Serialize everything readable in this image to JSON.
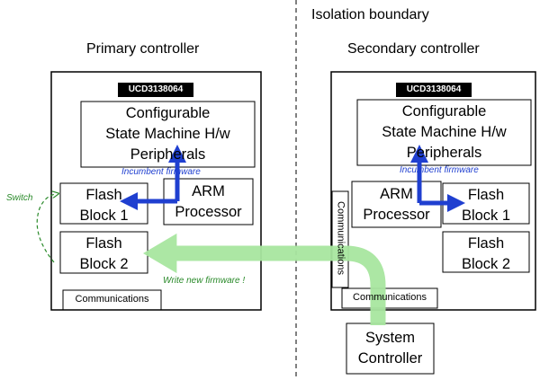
{
  "isolation_label": "Isolation boundary",
  "primary": {
    "title": "Primary controller",
    "chip": "UCD3138064",
    "config_line1": "Configurable",
    "config_line2": "State Machine H/w",
    "config_line3": "Peripherals",
    "incumbent": "Incumbent firmware",
    "flash1_line1": "Flash",
    "flash1_line2": "Block 1",
    "arm_line1": "ARM",
    "arm_line2": "Processor",
    "flash2_line1": "Flash",
    "flash2_line2": "Block 2",
    "comm": "Communications",
    "switch_label": "Switch",
    "write_label": "Write new firmware !"
  },
  "secondary": {
    "title": "Secondary controller",
    "chip": "UCD3138064",
    "config_line1": "Configurable",
    "config_line2": "State Machine H/w",
    "config_line3": "Peripherals",
    "incumbent": "Incumbent firmware",
    "arm_line1": "ARM",
    "arm_line2": "Processor",
    "flash1_line1": "Flash",
    "flash1_line2": "Block 1",
    "flash2_line1": "Flash",
    "flash2_line2": "Block 2",
    "comm_vertical": "Communications",
    "comm": "Communications"
  },
  "system": {
    "line1": "System",
    "line2": "Controller"
  },
  "colors": {
    "arrow_blue": "#1f3fd0",
    "note_blue": "#1f3fd0",
    "arrow_green": "#a8e6a0",
    "note_green": "#2a8a2a"
  }
}
